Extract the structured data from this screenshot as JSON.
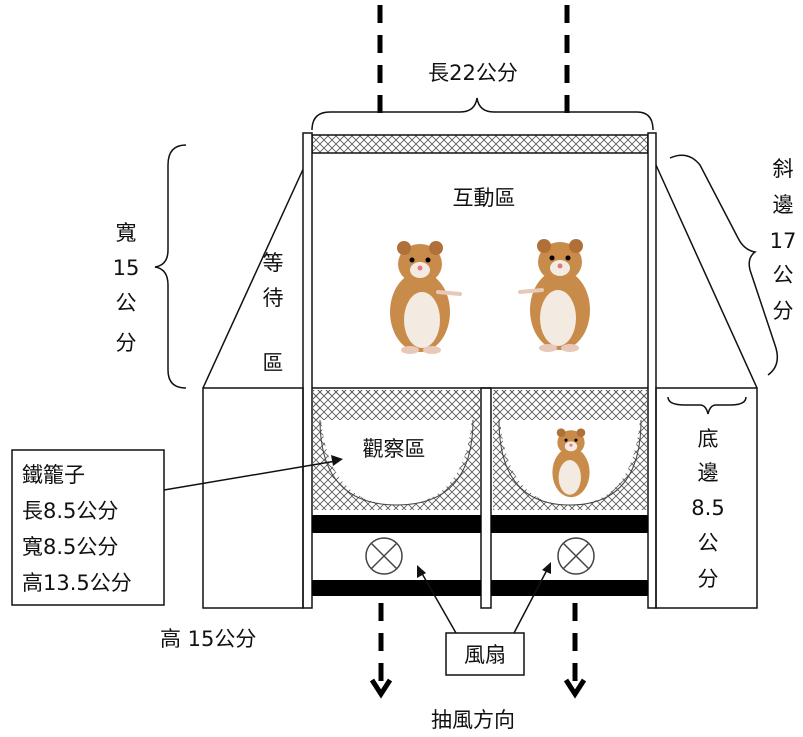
{
  "top_dim": "長22公分",
  "width_dim": [
    "寬",
    "15",
    "公",
    "分"
  ],
  "slant_dim": [
    "斜",
    "邊",
    "17",
    "公",
    "分"
  ],
  "bottom_dim": [
    "底",
    "邊",
    "8.5",
    "公",
    "分"
  ],
  "zone_interaction": "互動區",
  "zone_waiting": [
    "等",
    "待",
    "區"
  ],
  "zone_observation": "觀察區",
  "cage_box": [
    "鐵籠子",
    "長8.5公分",
    "寬8.5公分",
    "高13.5公分"
  ],
  "height_dim": "高 15公分",
  "fan_label": "風扇",
  "airflow_label": "抽風方向"
}
